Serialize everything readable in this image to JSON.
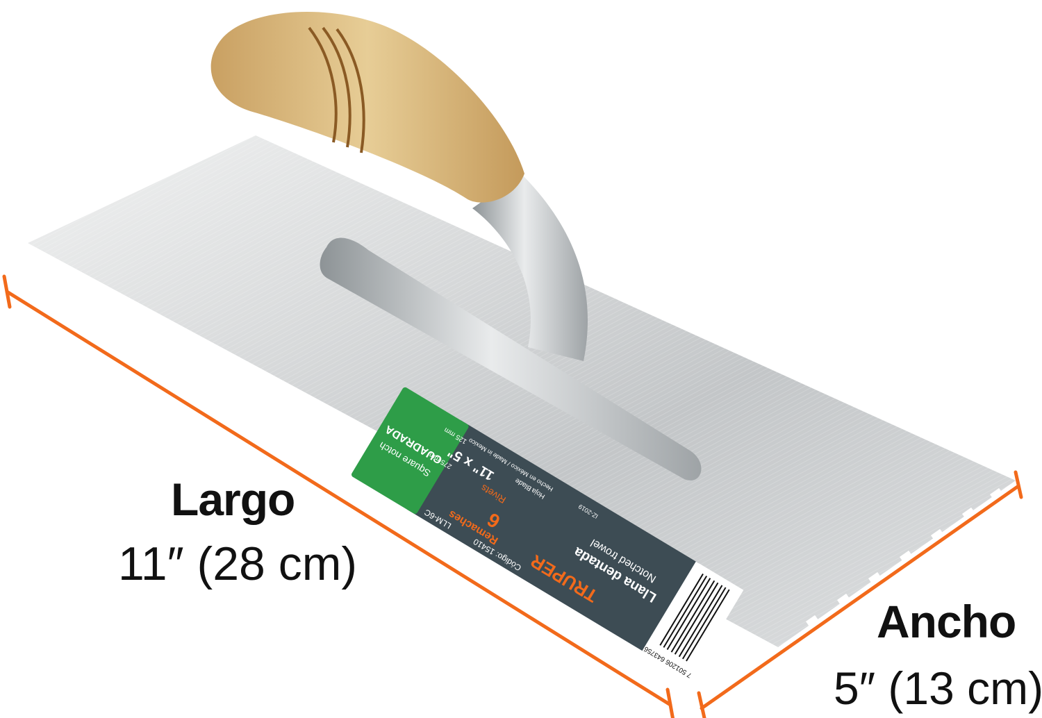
{
  "dimensions": {
    "length": {
      "title": "Largo",
      "value": "11″ (28 cm)"
    },
    "width": {
      "title": "Ancho",
      "value": "5″ (13 cm)"
    },
    "line_color": "#F26A1B"
  },
  "product_label": {
    "brand": "TRUPER",
    "name_es": "Llana dentada",
    "name_en": "Notched trowel",
    "code": "Código: 15410",
    "model": "LLM-6C",
    "rivets_count": "6",
    "rivets_es": "Remaches",
    "rivets_en": "Rivets",
    "blade_size": "11\" x 5\"",
    "blade_mm_1": "275 mm",
    "blade_mm_2": "125 mm",
    "blade_es": "Hoja",
    "blade_en": "Blade",
    "notch_es": "CUADRADA",
    "notch_en": "Square notch",
    "origin": "Hecho en México / Made in Mexico",
    "date_code": "IZ-2019",
    "barcode_number": "7 501206 643756",
    "label_bg": "#3D4C54",
    "notch_bg": "#2E9D48",
    "accent": "#F26A1B"
  }
}
